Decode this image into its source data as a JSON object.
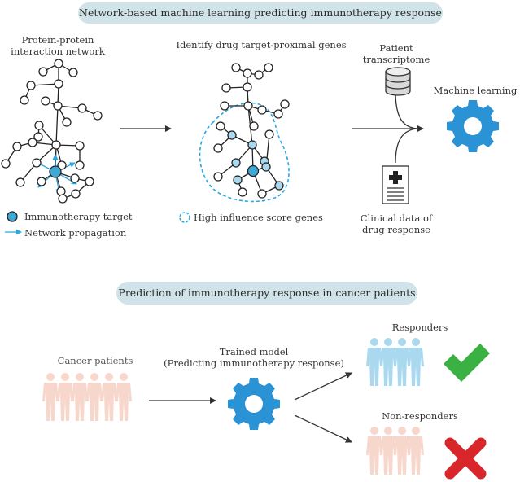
{
  "banners": {
    "top": "Network-based machine learning predicting immunotherapy response",
    "bottom": "Prediction of immunotherapy response in cancer patients"
  },
  "labels": {
    "ppi_line1": "Protein-protein",
    "ppi_line2": "interaction network",
    "identify": "Identify drug target-proximal genes",
    "patient_line1": "Patient",
    "patient_line2": "transcriptome",
    "machine_learning": "Machine learning",
    "clinical_line1": "Clinical data of",
    "clinical_line2": "drug response",
    "cancer_patients": "Cancer patients",
    "trained_line1": "Trained model",
    "trained_line2": "(Predicting immunotherapy response)",
    "responders": "Responders",
    "non_responders": "Non-responders"
  },
  "legend": {
    "target": "Immunotherapy target",
    "propagation": "Network propagation",
    "high_influence": "High influence score genes"
  },
  "colors": {
    "banner": "#cfe3e8",
    "target_blue": "#3fa9d6",
    "gear_blue": "#2a93d5",
    "arrow_blue": "#2aa8e0",
    "responder_blue": "#a9d8ef",
    "patient_pink": "#f7d6cc",
    "check_green": "#3bb143",
    "cross_red": "#d9262b"
  },
  "icons": [
    "database-icon",
    "document-icon",
    "gear-icon",
    "check-icon",
    "cross-icon",
    "person-icon"
  ]
}
